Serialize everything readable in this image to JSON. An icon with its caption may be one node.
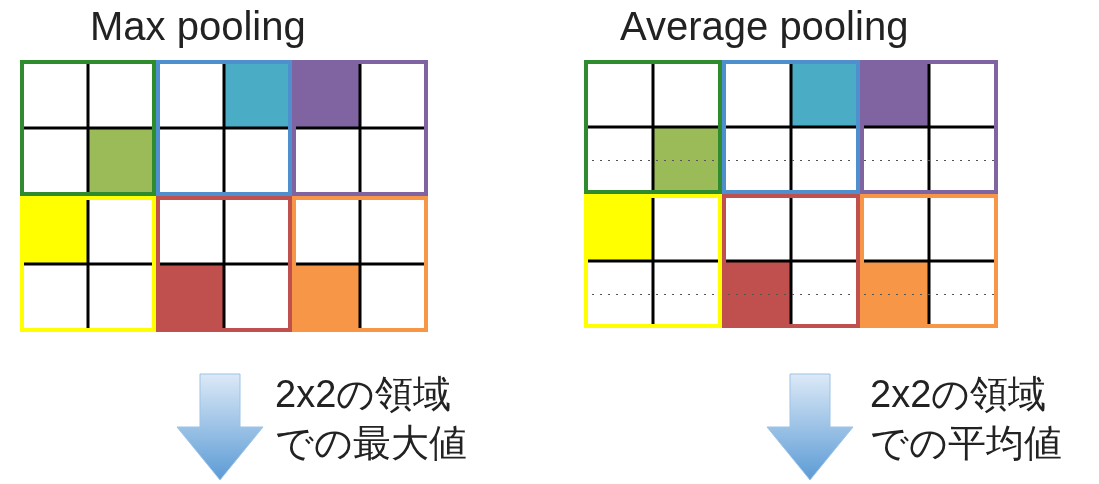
{
  "diagram": {
    "labels": [
      "Max pooling",
      "Average pooling",
      "2x2の領域での最大値",
      "2x2の領域での平均値"
    ]
  }
}
